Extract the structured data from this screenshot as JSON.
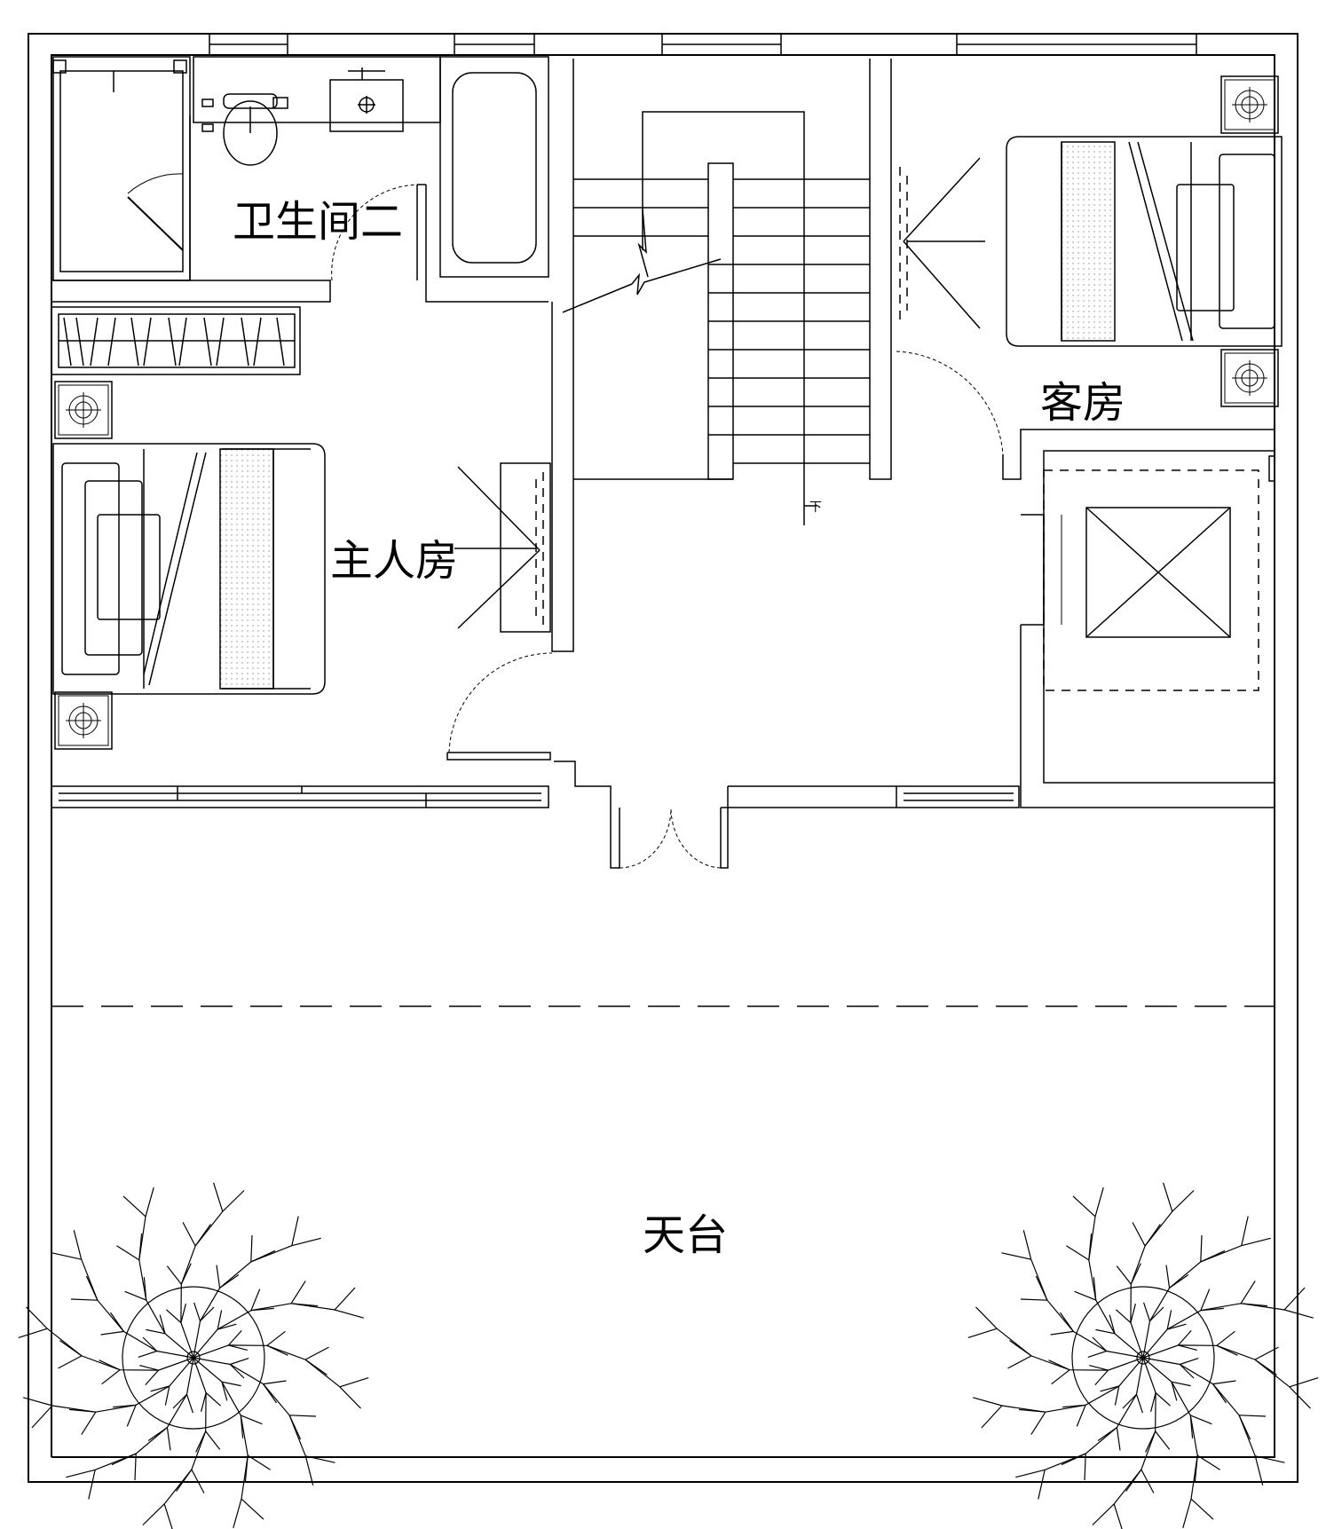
{
  "labels": {
    "bathroom": "卫生间二",
    "master": "主人房",
    "guest": "客房",
    "terrace": "天台",
    "stair_down": "下"
  },
  "colors": {
    "line": "#000000",
    "background": "#ffffff",
    "hatch": "#888888"
  },
  "icons": [
    "tree-symbol",
    "floor-drain-symbol",
    "elevator-cross-symbol"
  ]
}
